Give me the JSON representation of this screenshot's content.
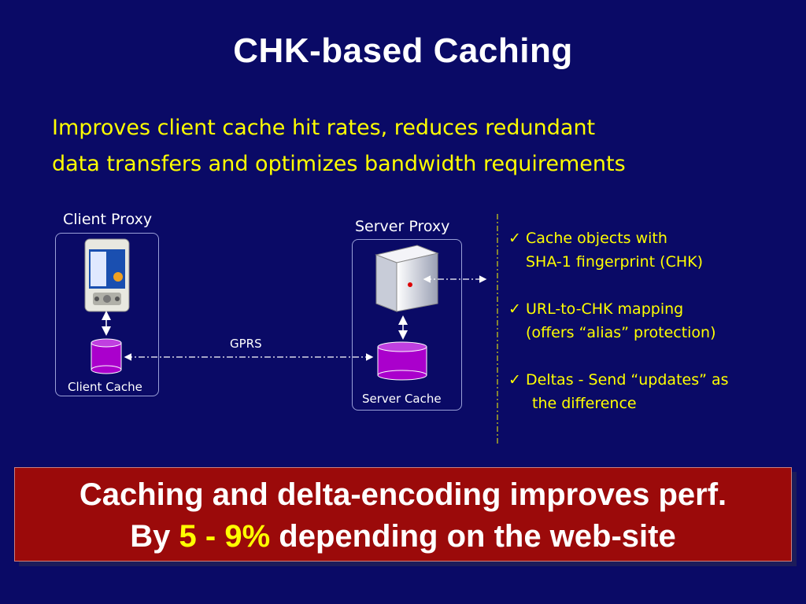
{
  "title": "CHK-based Caching",
  "subtitle": {
    "line1": "Improves client cache hit rates, reduces redundant",
    "line2": "data transfers and optimizes bandwidth requirements"
  },
  "diagram": {
    "client_proxy_label": "Client Proxy",
    "server_proxy_label": "Server Proxy",
    "client_cache_label": "Client Cache",
    "server_cache_label": "Server Cache",
    "link_label": "GPRS",
    "cache_color": "#aa00cc"
  },
  "bullets": [
    {
      "line1": "Cache objects with",
      "line2": "SHA-1 fingerprint (CHK)"
    },
    {
      "line1": "URL-to-CHK mapping",
      "line2": "(offers “alias” protection)"
    },
    {
      "line1": "Deltas - Send “updates” as",
      "line2": "the difference"
    }
  ],
  "banner": {
    "line1": "Caching and delta-encoding improves perf.",
    "prefix": "By",
    "value": "5 - 9%",
    "suffix": "depending on the web-site"
  }
}
